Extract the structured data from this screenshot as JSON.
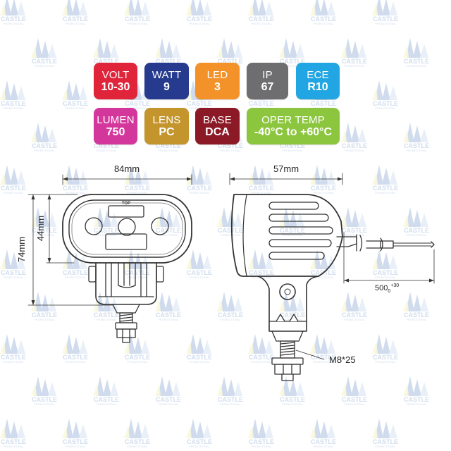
{
  "watermark": {
    "text": "CASTLE",
    "subtext": "PROMOTIONAL",
    "icon": "castle-logo"
  },
  "specs": [
    {
      "id": "volt",
      "label": "VOLT",
      "value": "10-30",
      "color": "#e0243a"
    },
    {
      "id": "watt",
      "label": "WATT",
      "value": "9",
      "color": "#263b8e"
    },
    {
      "id": "led",
      "label": "LED",
      "value": "3",
      "color": "#f4922a"
    },
    {
      "id": "ip",
      "label": "IP",
      "value": "67",
      "color": "#6e6e70"
    },
    {
      "id": "ece",
      "label": "ECE",
      "value": "R10",
      "color": "#22a6e3"
    },
    {
      "id": "lumen",
      "label": "LUMEN",
      "value": "750",
      "color": "#d4379c"
    },
    {
      "id": "lens",
      "label": "LENS",
      "value": "PC",
      "color": "#c4952c"
    },
    {
      "id": "base",
      "label": "BASE",
      "value": "DCA",
      "color": "#8b1a26"
    },
    {
      "id": "temp",
      "label": "OPER TEMP",
      "value": "-40°C to +60°C",
      "color": "#8cc63f"
    }
  ],
  "dimensions": {
    "front_width": "84mm",
    "side_width": "57mm",
    "total_height": "74mm",
    "housing_height": "44mm",
    "cable_length": "500",
    "cable_tolerance_sub": "0",
    "cable_tolerance_sup": "+30",
    "bolt": "M8*25",
    "top_mark": "TOP"
  }
}
